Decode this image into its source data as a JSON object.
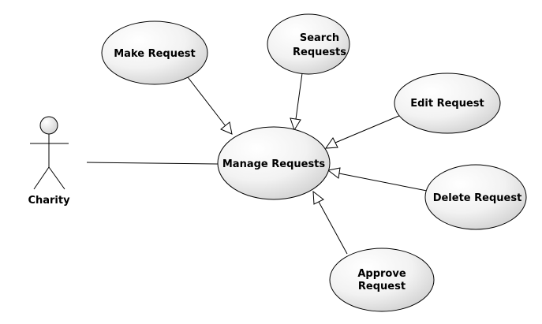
{
  "diagram": {
    "actor": {
      "label": "Charity"
    },
    "use_cases": {
      "manage": {
        "lines": [
          "Manage Requests"
        ]
      },
      "make": {
        "lines": [
          "Make Request"
        ]
      },
      "search": {
        "lines": [
          "Search",
          "Requests"
        ]
      },
      "edit": {
        "lines": [
          "Edit Request"
        ]
      },
      "delete": {
        "lines": [
          "Delete Request"
        ]
      },
      "approve": {
        "lines": [
          "Approve",
          "Request"
        ]
      }
    },
    "colors": {
      "ellipse_light": "#ffffff",
      "ellipse_dark": "#d4d4d4",
      "stroke": "#000000"
    }
  }
}
